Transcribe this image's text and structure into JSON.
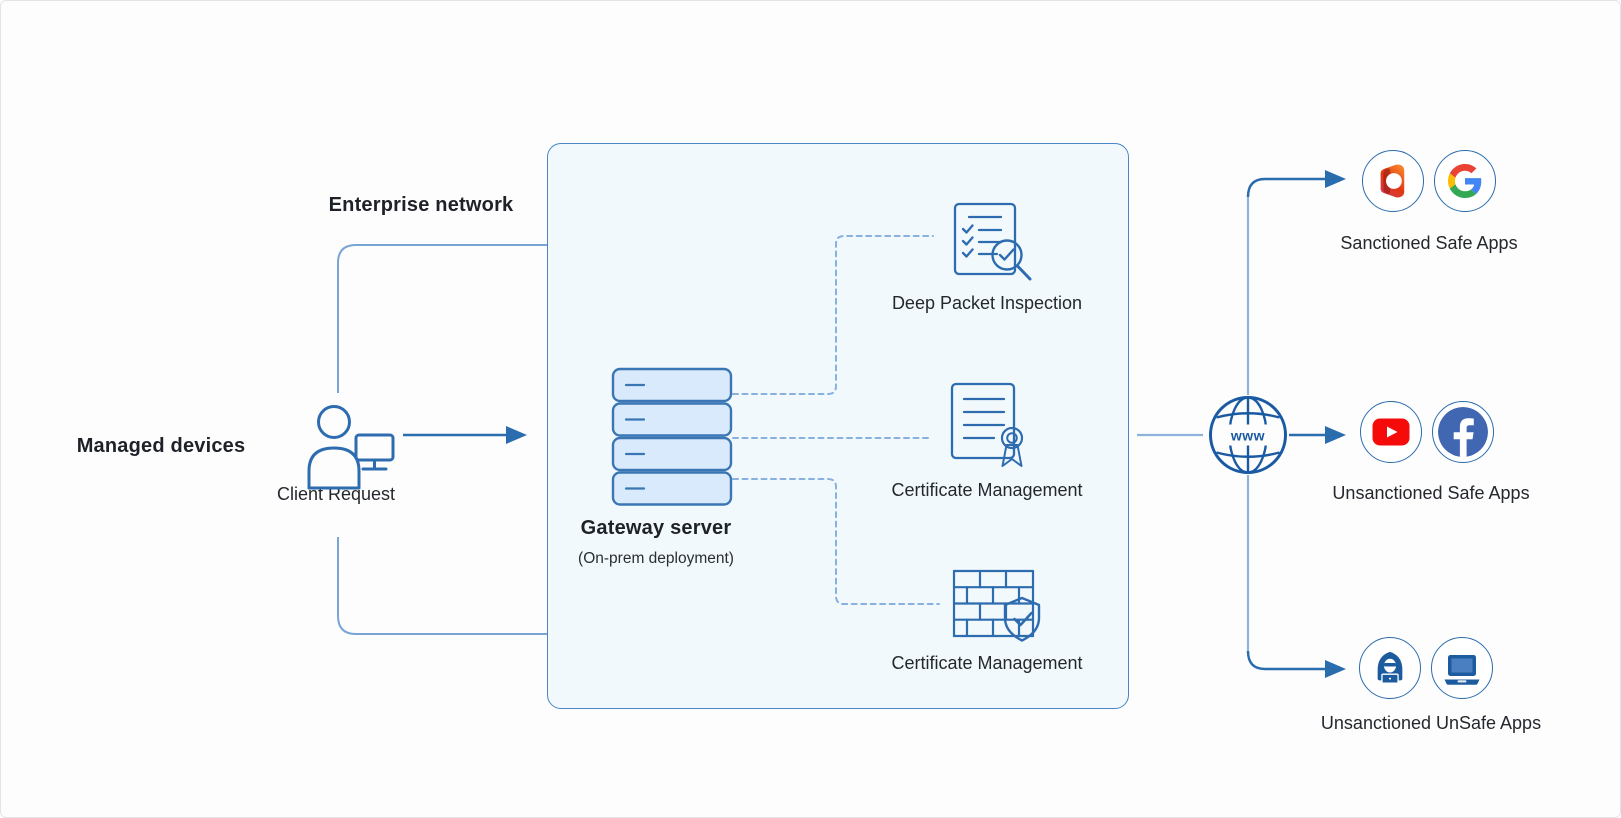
{
  "colors": {
    "accent": "#2a6cae",
    "line_light": "#8fb3dc",
    "bracket": "#79a5d6",
    "dashed": "#88b1e0",
    "box_fill": "#f2f9fd",
    "box_border": "#4886c6",
    "server_fill": "#d9eafc",
    "icon_stroke": "#2e6cb0",
    "icon_navy": "#1d5b9f",
    "globe_blue": "#1a5aa3",
    "text": "#1e2228",
    "youtube_red": "#f60b0b",
    "facebook_blue": "#4267b2"
  },
  "left": {
    "managed_devices_label": "Managed devices",
    "client_request_label": "Client Request",
    "client_icon": "user-with-monitor-icon"
  },
  "enterprise": {
    "label": "Enterprise network"
  },
  "gateway": {
    "title": "Gateway server",
    "subtitle": "(On-prem deployment)",
    "icon": "server-stack-icon"
  },
  "features": [
    {
      "label": "Deep Packet Inspection",
      "icon": "packet-inspection-icon"
    },
    {
      "label": "Certificate Management",
      "icon": "certificate-icon"
    },
    {
      "label": "Certificate Management",
      "icon": "firewall-shield-icon"
    }
  ],
  "internet": {
    "globe_label": "www",
    "icon": "globe-www-icon"
  },
  "app_groups": [
    {
      "label": "Sanctioned Safe Apps",
      "icons": [
        "microsoft-office-icon",
        "google-icon"
      ]
    },
    {
      "label": "Unsanctioned Safe Apps",
      "icons": [
        "youtube-icon",
        "facebook-icon"
      ]
    },
    {
      "label": "Unsanctioned UnSafe Apps",
      "icons": [
        "hacker-icon",
        "laptop-icon"
      ]
    }
  ]
}
